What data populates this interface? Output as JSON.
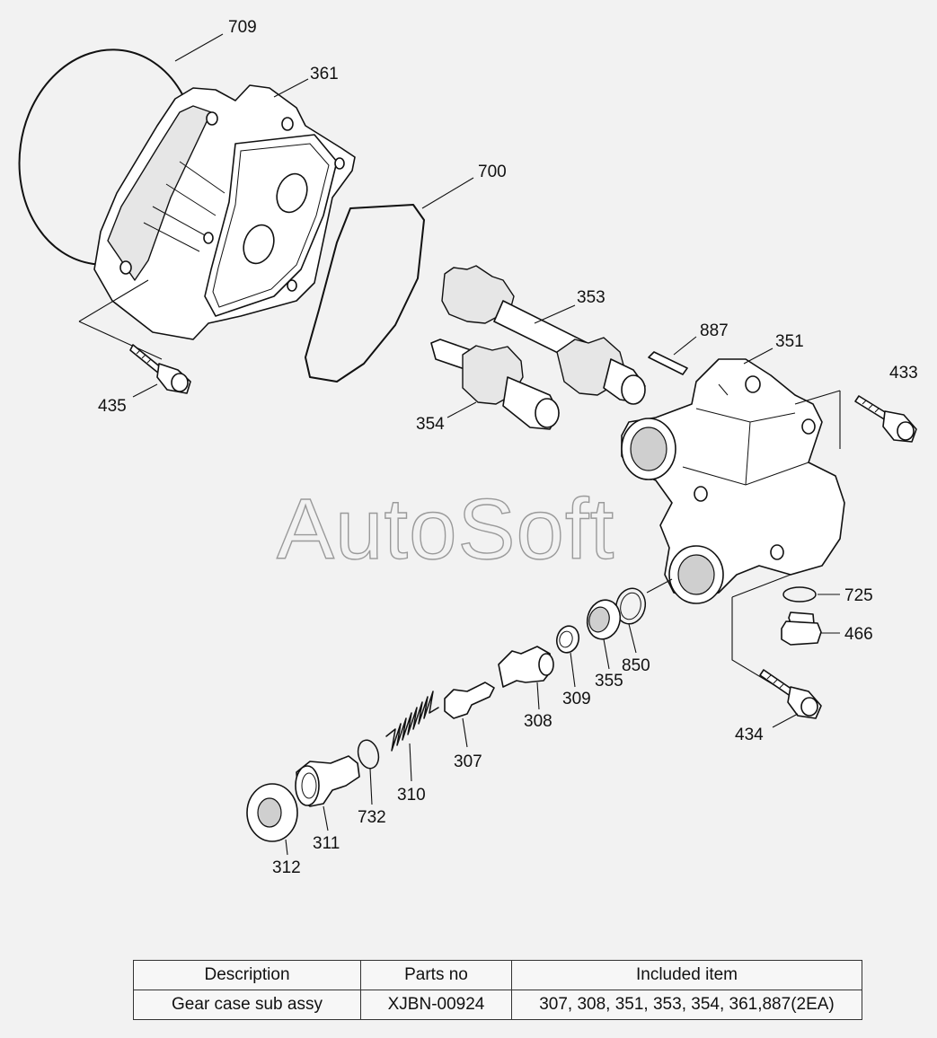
{
  "watermark": "AutoSoft",
  "labels": {
    "p709": "709",
    "p361": "361",
    "p700": "700",
    "p353": "353",
    "p887": "887",
    "p351": "351",
    "p433": "433",
    "p435": "435",
    "p354": "354",
    "p725": "725",
    "p466": "466",
    "p850": "850",
    "p355": "355",
    "p309": "309",
    "p308": "308",
    "p434": "434",
    "p307": "307",
    "p310": "310",
    "p732": "732",
    "p311": "311",
    "p312": "312"
  },
  "table": {
    "headers": [
      "Description",
      "Parts no",
      "Included item"
    ],
    "rows": [
      [
        "Gear case sub assy",
        "XJBN-00924",
        "307, 308, 351, 353, 354, 361,887(2EA)"
      ]
    ]
  }
}
